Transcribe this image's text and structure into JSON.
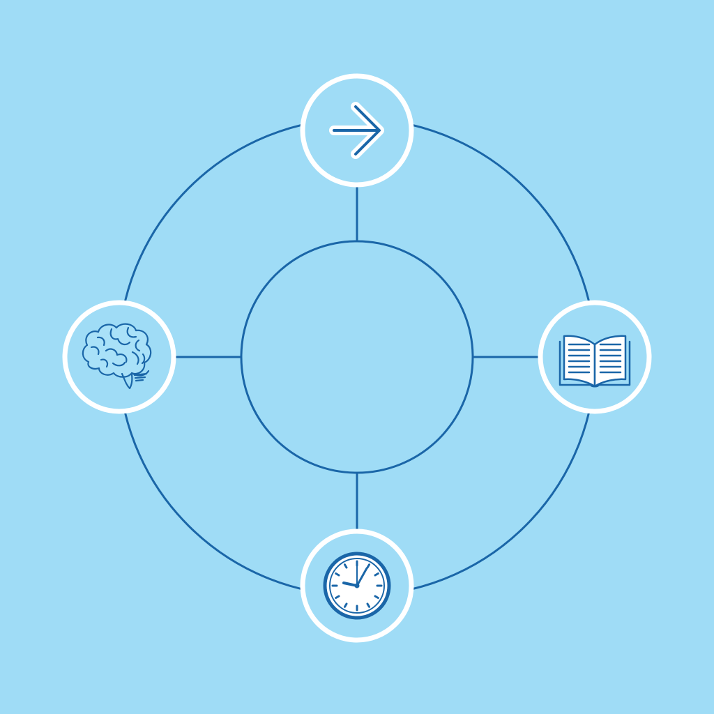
{
  "colors": {
    "background": "#9fdcf6",
    "line": "#1a66a8",
    "node_ring": "#ffffff",
    "icon": "#1a66a8"
  },
  "diagram": {
    "type": "hub-and-spoke cycle",
    "center_label": "",
    "nodes": [
      {
        "position": "top",
        "icon": "arrow-right-icon"
      },
      {
        "position": "right",
        "icon": "open-book-icon"
      },
      {
        "position": "bottom",
        "icon": "clock-icon"
      },
      {
        "position": "left",
        "icon": "brain-icon"
      }
    ]
  }
}
